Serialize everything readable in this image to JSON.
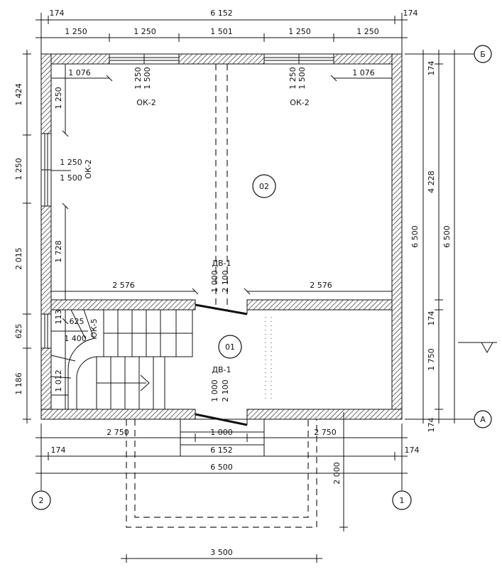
{
  "axes": {
    "top": "Б",
    "bottom": "А",
    "left": "2",
    "right": "1"
  },
  "rooms": {
    "upper": "02",
    "lower": "01"
  },
  "top_dims": {
    "overall": "6 152",
    "offset_left": "174",
    "offset_right": "174",
    "segments": [
      "1 250",
      "1 250",
      "1 501",
      "1 250",
      "1 250"
    ]
  },
  "left_dims": [
    "1 424",
    "1 250",
    "2 015",
    "625",
    "1 186"
  ],
  "right_inner_dims": [
    "174",
    "4 228",
    "174",
    "1 750",
    "174"
  ],
  "right_mid_dim": "6 500",
  "right_outer_dim": "6 500",
  "bottom_dims": {
    "left": "2 750",
    "center": "1 000",
    "right": "2 750",
    "offset_left": "174",
    "offset_right": "174",
    "inner": "6 152",
    "overall": "6 500",
    "porch_width": "3 500",
    "porch_depth": "2 000"
  },
  "windows": {
    "top_left": {
      "mark": "ОК-2",
      "w": "1 250",
      "h": "1 500",
      "offset": "1 076"
    },
    "top_right": {
      "mark": "ОК-2",
      "w": "1 250",
      "h": "1 500",
      "offset": "1 076"
    },
    "left": {
      "mark": "ОК-2",
      "w": "1 250",
      "h": "1 500",
      "offset": "1 250",
      "gap": "1 728"
    },
    "stair": {
      "mark": "ОК-5",
      "w": "625",
      "h": "1 400",
      "offset": "113",
      "gap": "1 012"
    }
  },
  "doors": {
    "inner": {
      "mark": "ДВ-1",
      "w": "1 000",
      "h": "2 100"
    },
    "outer": {
      "mark": "ДВ-1",
      "w": "1 000",
      "h": "2 100"
    }
  },
  "partition_dims": {
    "left": "2 576",
    "right": "2 576"
  }
}
